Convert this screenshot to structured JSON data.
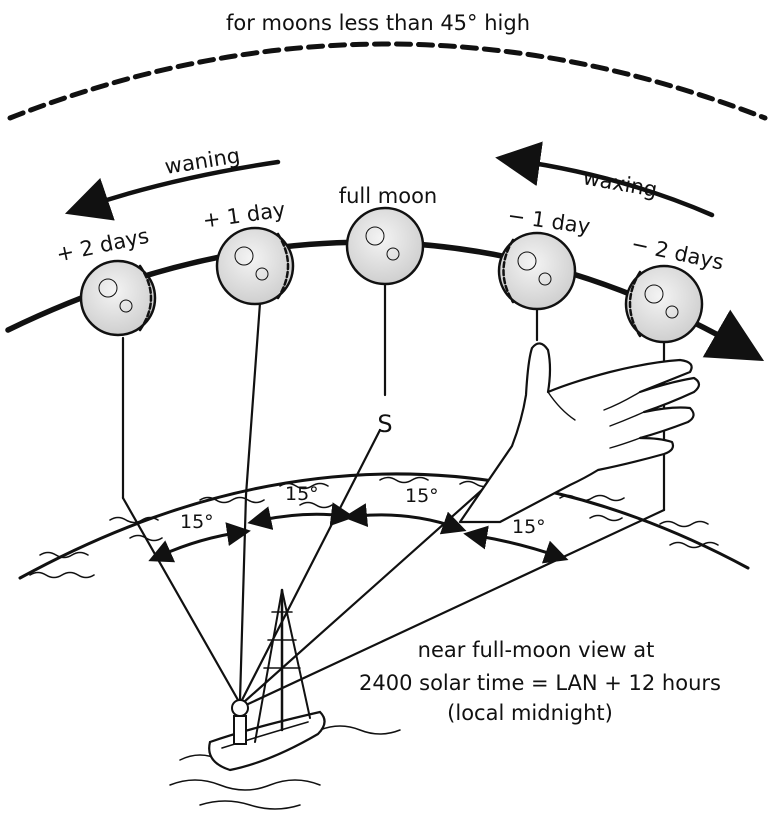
{
  "title": "for moons less than 45° high",
  "arrows": {
    "waning_label": "waning",
    "waxing_label": "waxing"
  },
  "moons": [
    {
      "label": "+ 2 days",
      "lit_side": "left"
    },
    {
      "label": "+ 1 day",
      "lit_side": "left"
    },
    {
      "label": "full moon",
      "lit_side": "full"
    },
    {
      "label": "− 1 day",
      "lit_side": "right"
    },
    {
      "label": "− 2 days",
      "lit_side": "right"
    }
  ],
  "south_marker": "S",
  "angles": [
    "15°",
    "15°",
    "15°",
    "15°"
  ],
  "caption": {
    "line1": "near full-moon view at",
    "line2": "2400 solar time = LAN + 12 hours",
    "line3": "(local midnight)"
  }
}
